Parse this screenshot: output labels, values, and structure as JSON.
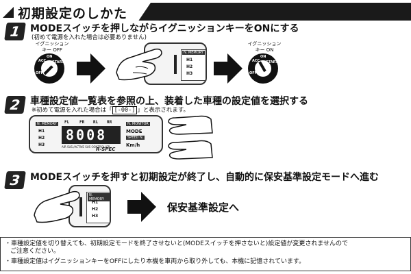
{
  "header": {
    "title": "初期設定のしかた"
  },
  "step1": {
    "number": "1",
    "title": "MODEスイッチを押しながらイグニッションキーをONにする",
    "note": "(初めて電源を入れた場合は必要ありません)",
    "key_off_label_1": "イグニッション",
    "key_off_label_2": "キー OFF",
    "key_on_label_1": "イグニッション",
    "key_on_label_2": "キー ON",
    "dial_acc": "ACC",
    "dial_on": "ON",
    "dial_start": "START",
    "dial_off": "OFF",
    "memory_tag": "N. MEMORY",
    "rows": [
      "H1",
      "H2",
      "H3"
    ]
  },
  "step2": {
    "number": "2",
    "title": "車種設定値一覧表を参照の上、装着した車種の設定値を選択する",
    "note_prefix": "※初めて電源を入れた場合は「",
    "note_code": "[-00-]",
    "note_suffix": "」と表示されます。",
    "memory_tag": "N. MEMORY",
    "monitor_tag": "N. MONITOR",
    "speed_tag": "SPEED N.",
    "mode_label": "MODE",
    "kmh_label": "Km/h",
    "lcd_headers": [
      "FL",
      "FR",
      "RL",
      "RR"
    ],
    "lcd_digits": "8008",
    "controller_label": "AIR SUS./ACTIVE SUS CONTROLLER",
    "brand": "R-SPEC",
    "rows": [
      "H1",
      "H2",
      "H3"
    ]
  },
  "step3": {
    "number": "3",
    "title": "MODEスイッチを押すと初期設定が終了し、自動的に保安基準設定モードへ進む",
    "memory_tag": "N. MEMORY",
    "rows": [
      "H1",
      "H2",
      "H3"
    ],
    "result": "保安基準設定へ"
  },
  "notes": {
    "line1": "・車種設定値を切り替えても、初期設定モードを終了させないと(MODEスイッチを押さないと)設定値が変更されませんので",
    "line2": "ご注意ください。",
    "line3": "・車種設定値はイグニッションキーをOFFにしたり本機を車両から取り外しても、本機に記憶されています。"
  }
}
